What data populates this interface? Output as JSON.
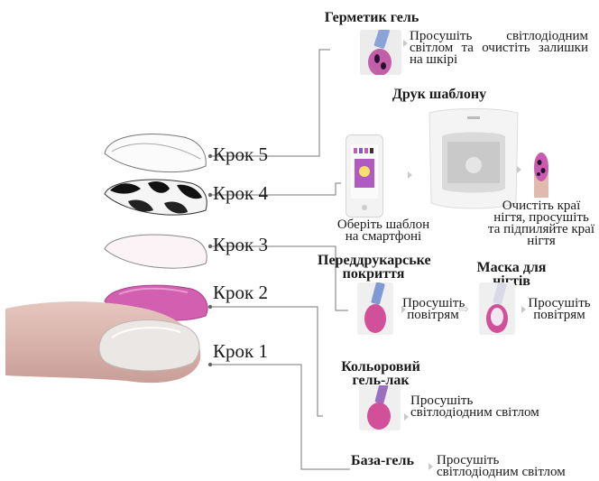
{
  "steps": [
    {
      "label": "Крок 5"
    },
    {
      "label": "Крок 4"
    },
    {
      "label": "Крок 3"
    },
    {
      "label": "Крок 2"
    },
    {
      "label": "Крок 1"
    }
  ],
  "sealer": {
    "title": "Герметик гель",
    "desc": "Просушіть світлодіодним світлом та очистіть залишки на шкірі"
  },
  "print": {
    "title": "Друк шаблону",
    "choose": "Оберіть шаблон на смартфоні",
    "clean": "Очистіть краї нігтя, просушіть та підпиляйте краї нігтя"
  },
  "preprint": {
    "title": "Переддрукарське покриття",
    "desc": "Просушіть повітрям"
  },
  "mask": {
    "title": "Маска для нігтів",
    "desc": "Просушіть повітрям"
  },
  "color": {
    "title": "Кольоровий гель-лак",
    "desc": "Просушіть світлодіодним світлом"
  },
  "base": {
    "title": "База-гель",
    "desc": "Просушіть світлодіодним світлом"
  },
  "colors": {
    "pink": "#d35fb0",
    "line": "#777777",
    "skin": "#dcb8b0"
  }
}
